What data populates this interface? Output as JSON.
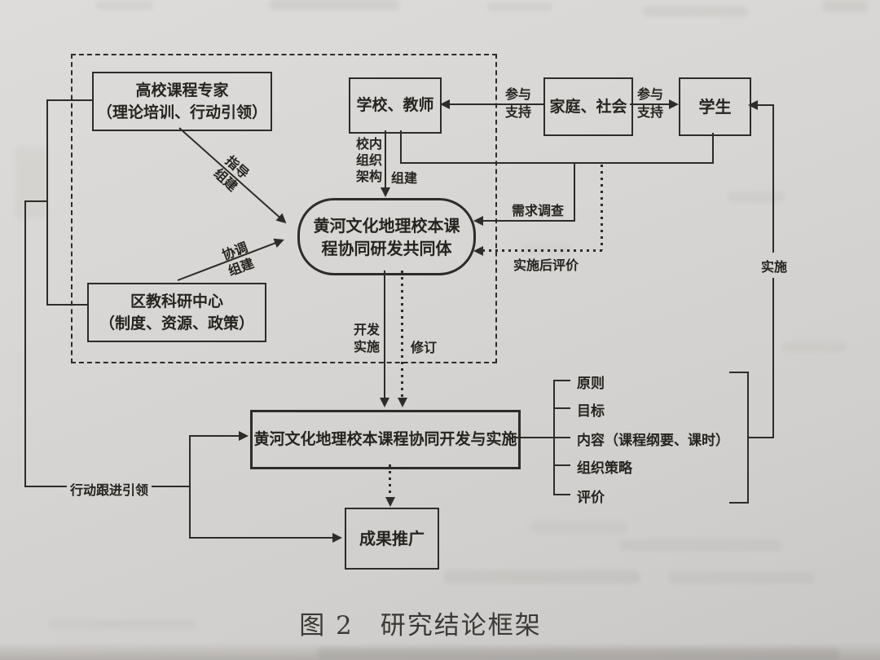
{
  "page": {
    "caption": "图 2　研究结论框架"
  },
  "colors": {
    "ink": "#2e2c29",
    "paper": "#d6d4d2"
  },
  "boxes": {
    "expert": {
      "line1": "高校课程专家",
      "line2": "（理论培训、行动引领）"
    },
    "school": {
      "label": "学校、教师"
    },
    "family": {
      "label": "家庭、社会"
    },
    "student": {
      "label": "学生"
    },
    "community": {
      "line1": "黄河文化地理校本课",
      "line2": "程协同研发共同体"
    },
    "district": {
      "line1": "区教科研中心",
      "line2": "（制度、资源、政策）"
    },
    "develop": {
      "label": "黄河文化地理校本课程协同开发与实施"
    },
    "results": {
      "label": "成果推广"
    }
  },
  "labels": {
    "participate1": {
      "line1": "参与",
      "line2": "支持"
    },
    "participate2": {
      "line1": "参与",
      "line2": "支持"
    },
    "guide": {
      "line1": "指导",
      "line2": "组建"
    },
    "coordinate": {
      "line1": "协调",
      "line2": "组建"
    },
    "school_org": {
      "line1": "校内",
      "line2": "组织",
      "line3": "架构"
    },
    "form": "组建",
    "needs_survey": "需求调查",
    "post_eval": "实施后评价",
    "develop_impl": {
      "line1": "开发",
      "line2": "实施"
    },
    "revise": "修订",
    "action_follow": "行动跟进引领",
    "implement": "实施"
  },
  "list": {
    "items": [
      "原则",
      "目标",
      "内容（课程纲要、课时）",
      "组织策略",
      "评价"
    ]
  }
}
